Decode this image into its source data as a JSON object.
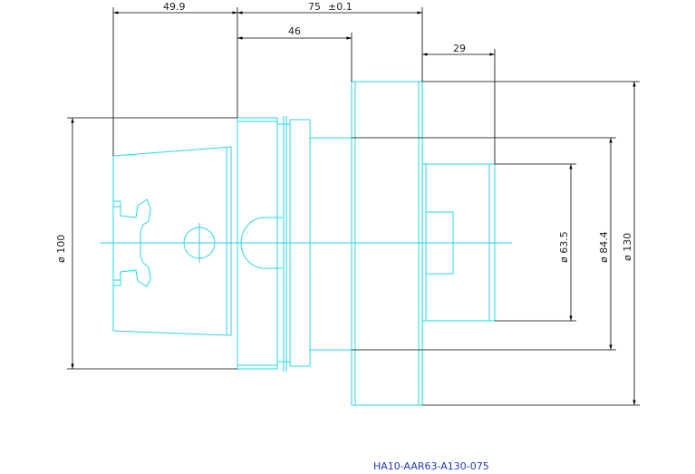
{
  "part_number": "HA10-AAR63-A130-075",
  "dimensions": {
    "shank_length": "49.9",
    "total_length": "75",
    "total_length_tolerance": "±0.1",
    "flange_to_face": "46",
    "spigot_length": "29",
    "shank_diameter": "ø 100",
    "spigot_diameter": "ø 63.5",
    "pilot_diameter": "ø 84.4",
    "flange_diameter": "ø 130"
  },
  "colors": {
    "geometry": "#2ad4e6",
    "dimension_lines": "#000000",
    "part_label": "#1a37c8"
  }
}
